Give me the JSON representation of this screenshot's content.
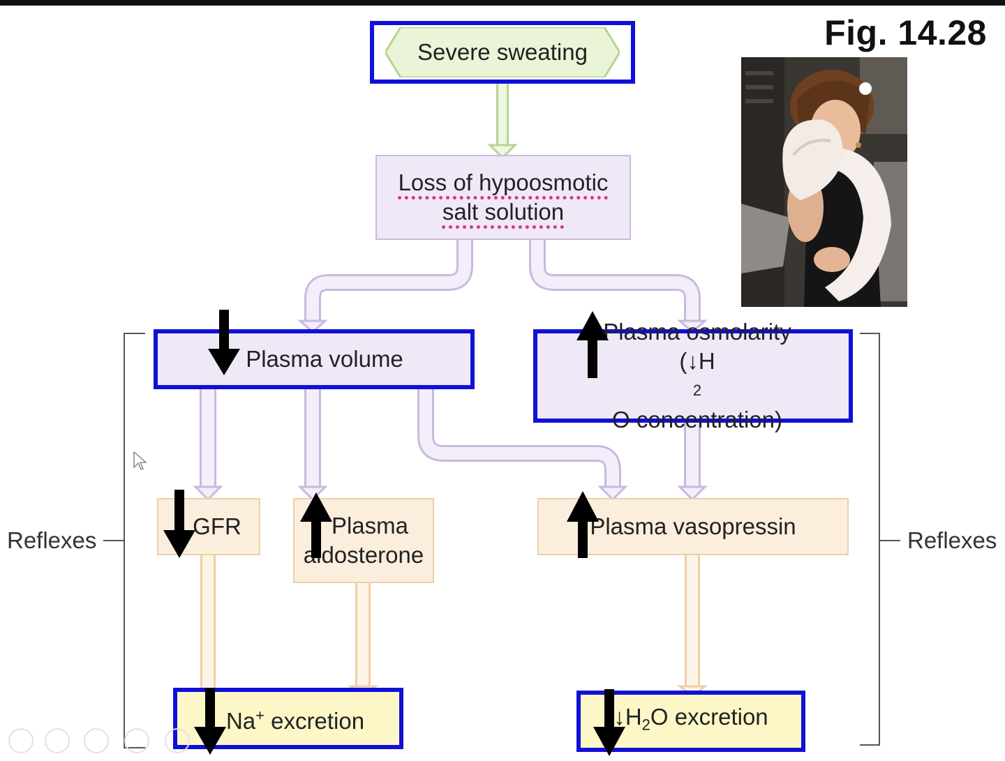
{
  "figure_label": "Fig. 14.28",
  "nodes": {
    "severe_sweating": "Severe sweating",
    "loss_line1": "Loss of hypoosmotic",
    "loss_line2": "salt solution",
    "plasma_volume": "Plasma volume",
    "plasma_osmolarity": "Plasma osmolarity",
    "osmolarity_note_open": "(↓H",
    "osmolarity_note_sub": "2",
    "osmolarity_note_rest": "O concentration)",
    "gfr": "GFR",
    "aldosterone_line1": "Plasma",
    "aldosterone_line2": "aldosterone",
    "vasopressin": "Plasma vasopressin",
    "na_prefix": "Na",
    "na_sup": "+",
    "na_rest": " excretion",
    "h2o_prefix": "↓H",
    "h2o_sub": "2",
    "h2o_rest": "O excretion"
  },
  "side_labels": {
    "left": "Reflexes",
    "right": "Reflexes"
  },
  "colors": {
    "highlight_border": "#1010d8",
    "lavender_fill": "#efe9f7",
    "peach_fill": "#fbeedd",
    "yellow_fill": "#fdf7c8",
    "green_hexagon": "#e9f5d6",
    "spell_underline": "#e0308a"
  },
  "overlay_arrows": [
    {
      "target": "plasma_volume",
      "direction": "down"
    },
    {
      "target": "plasma_osmolarity",
      "direction": "up"
    },
    {
      "target": "gfr",
      "direction": "down"
    },
    {
      "target": "plasma_aldosterone",
      "direction": "up"
    },
    {
      "target": "plasma_vasopressin",
      "direction": "up"
    },
    {
      "target": "na_excretion",
      "direction": "down"
    },
    {
      "target": "h2o_excretion",
      "direction": "down"
    }
  ],
  "photo_icon": "person-wiping-sweat-with-towel"
}
